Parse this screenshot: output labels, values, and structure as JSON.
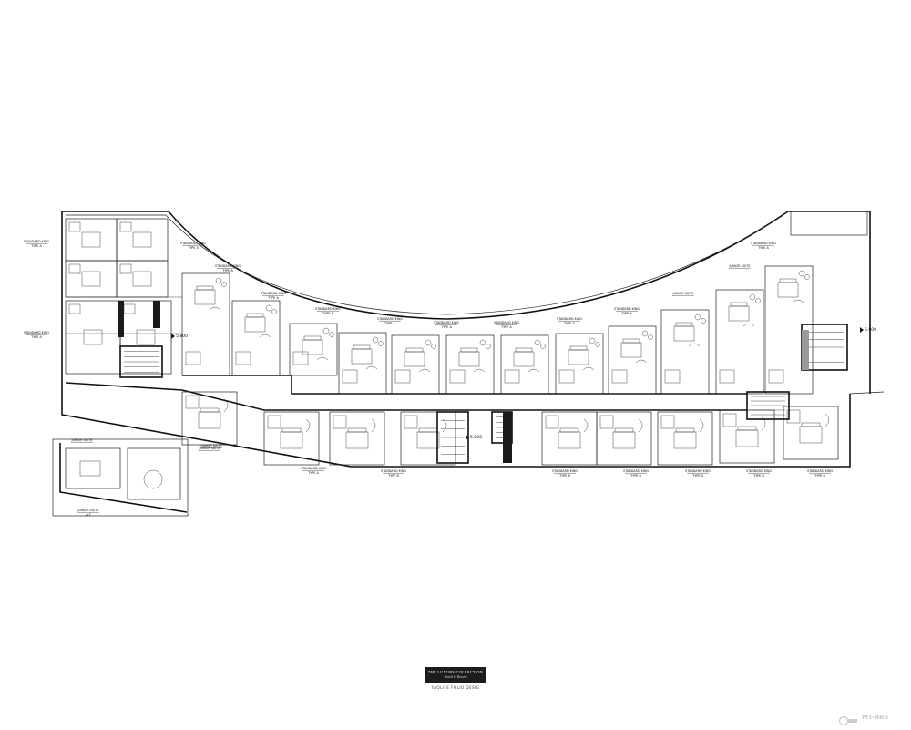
{
  "labels": {
    "main": [
      {
        "t1": "STANDARD KING",
        "t2": "TYPE A"
      },
      {
        "t1": "STANDARD KING",
        "t2": "TYPE A"
      },
      {
        "t1": "STANDARD KING",
        "t2": "TYPE A"
      },
      {
        "t1": "STANDARD KING",
        "t2": "TYPE A"
      },
      {
        "t1": "STANDARD KING",
        "t2": "TYPE A"
      },
      {
        "t1": "STANDARD KING",
        "t2": "TYPE A"
      },
      {
        "t1": "STANDARD KING",
        "t2": "TYPE A"
      },
      {
        "t1": "STANDARD KING",
        "t2": "TYPE A"
      },
      {
        "t1": "STANDARD KING",
        "t2": "TYPE A"
      },
      {
        "t1": "STANDARD KING",
        "t2": "TYPE A"
      },
      {
        "t1": "JUNIOR SUITE",
        "t2": ""
      },
      {
        "t1": "JUNIOR SUITE",
        "t2": ""
      },
      {
        "t1": "STANDARD KING",
        "t2": "TYPE A"
      },
      {
        "t1": "STANDARD KING",
        "t2": "TYPE A"
      },
      {
        "t1": "JUNIOR SUITE",
        "t2": ""
      },
      {
        "t1": "STANDARD KING",
        "t2": "TYPE A"
      },
      {
        "t1": "STANDARD KING",
        "t2": "TYPE B"
      },
      {
        "t1": "STANDARD KING",
        "t2": "TYPE B"
      },
      {
        "t1": "STANDARD KING",
        "t2": "TYPE B"
      },
      {
        "t1": "STANDARD KING",
        "t2": "TYPE B"
      },
      {
        "t1": "STANDARD KING",
        "t2": "TYPE B"
      },
      {
        "t1": "STANDARD KING",
        "t2": "TYPE B"
      },
      {
        "t1": "JUNIOR SUITE",
        "t2": ""
      },
      {
        "t1": "JUNIOR SUITE",
        "t2": ""
      },
      {
        "t1": "JUNIOR SUITE",
        "t2": "ALT"
      }
    ],
    "levels": [
      "5.800",
      "5.800",
      "5.800"
    ]
  },
  "logo": {
    "line1": "THE LUXURY COLLECTION",
    "line2": "Hotels & Resorts",
    "subtitle": "YAOLIFE FOLIO DESIG"
  },
  "watermark": {
    "text": "MT-BBS"
  }
}
